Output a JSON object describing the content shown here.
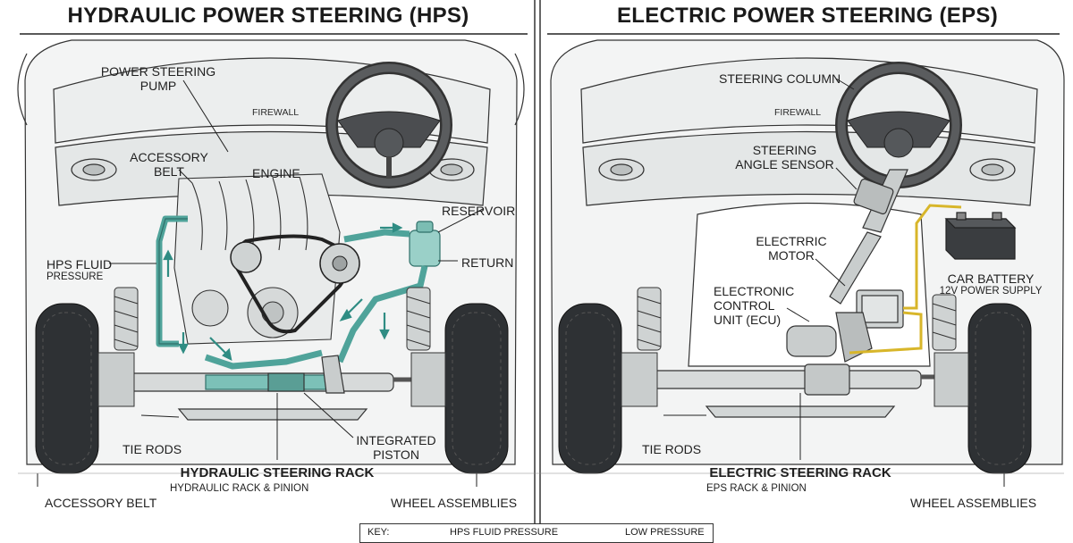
{
  "titles": {
    "left": "HYDRAULIC POWER STEERING (HPS)",
    "right": "ELECTRIC POWER STEERING (EPS)"
  },
  "hps": {
    "pump_line1": "POWER STEERING",
    "pump_line2": "PUMP",
    "firewall": "FIREWALL",
    "accessory_belt_line1": "ACCESSORY",
    "accessory_belt_line2": "BELT",
    "engine": "ENGINE",
    "reservoir": "RESERVOIR",
    "fluid_line1": "HPS FLUID",
    "fluid_line2": "PRESSURE",
    "return": "RETURN",
    "tie_rods": "TIE RODS",
    "piston_line1": "INTEGRATED",
    "piston_line2": "PISTON",
    "rack_title": "HYDRAULIC STEERING RACK",
    "rack_sub": "HYDRAULIC RACK & PINION",
    "accessory_belt_bottom": "ACCESSORY BELT",
    "wheel_assemblies": "WHEEL ASSEMBLIES"
  },
  "eps": {
    "steering_column": "STEERING COLUMN",
    "firewall": "FIREWALL",
    "sensor_line1": "STEERING",
    "sensor_line2": "ANGLE SENSOR",
    "motor_line1": "ELECTRRIC",
    "motor_line2": "MOTOR",
    "battery_title": "CAR BATTERY",
    "battery_sub": "12V POWER SUPPLY",
    "ecu_line1": "ELECTRONIC",
    "ecu_line2": "CONTROL",
    "ecu_line3": "UNIT (ECU)",
    "tie_rods": "TIE RODS",
    "rack_title": "ELECTRIC STEERING RACK",
    "rack_sub": "EPS RACK & PINION",
    "wheel_assemblies": "WHEEL ASSEMBLIES"
  },
  "key": {
    "label": "KEY:",
    "pressure": "HPS FLUID PRESSURE",
    "low": "LOW PRESSURE"
  },
  "colors": {
    "fluid": "#4fa39a",
    "fluid_dark": "#2f6f69",
    "wire": "#d8b62a",
    "line": "#2a2a2a",
    "body": "#f3f4f4"
  }
}
